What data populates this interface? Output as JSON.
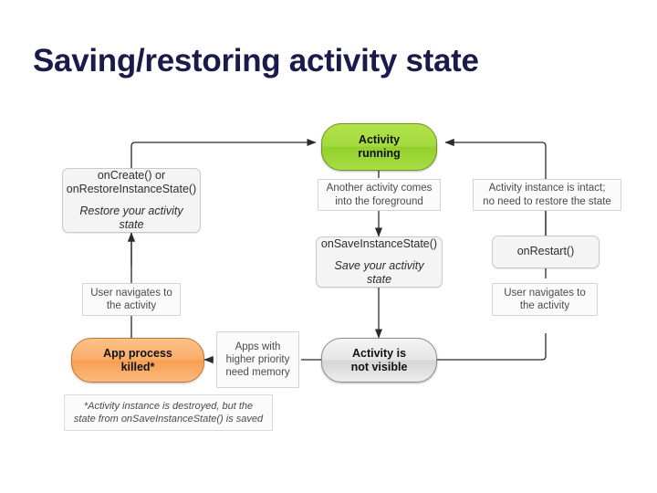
{
  "slide": {
    "title": "Saving/restoring activity state",
    "title_color": "#1b1b4b",
    "background": "#ffffff"
  },
  "diagram": {
    "type": "state-flow",
    "nodes": {
      "activity_running": {
        "label_line1": "Activity",
        "label_line2": "running",
        "shape": "rounded-pill",
        "color": "#a3da3c"
      },
      "app_process_killed": {
        "label_line1": "App process",
        "label_line2": "killed*",
        "shape": "rounded-pill",
        "color": "#f79f52"
      },
      "activity_not_visible": {
        "label_line1": "Activity is",
        "label_line2": "not visible",
        "shape": "rounded-pill",
        "color": "#e6e6e6"
      },
      "on_create_restore": {
        "label_line1": "onCreate() or",
        "label_line2": "onRestoreInstanceState()",
        "emphasis": "Restore your activity state",
        "shape": "rounded-box"
      },
      "on_save_instance_state": {
        "label_line1": "onSaveInstanceState()",
        "emphasis": "Save your activity state",
        "shape": "rounded-box"
      },
      "on_restart": {
        "label_line1": "onRestart()",
        "shape": "rounded-box"
      }
    },
    "annotations": {
      "another_activity": {
        "line1": "Another activity comes",
        "line2": "into the foreground"
      },
      "instance_intact": {
        "line1": "Activity instance is intact;",
        "line2": "no need to restore the state"
      },
      "user_navigates_left": {
        "line1": "User navigates to",
        "line2": "the activity"
      },
      "user_navigates_right": {
        "line1": "User navigates to",
        "line2": "the activity"
      },
      "apps_higher_priority": {
        "line1": "Apps with",
        "line2": "higher priority",
        "line3": "need memory"
      }
    },
    "footnote": {
      "line1": "*Activity instance is destroyed, but the",
      "line2": "state from onSaveInstanceState() is saved"
    }
  }
}
